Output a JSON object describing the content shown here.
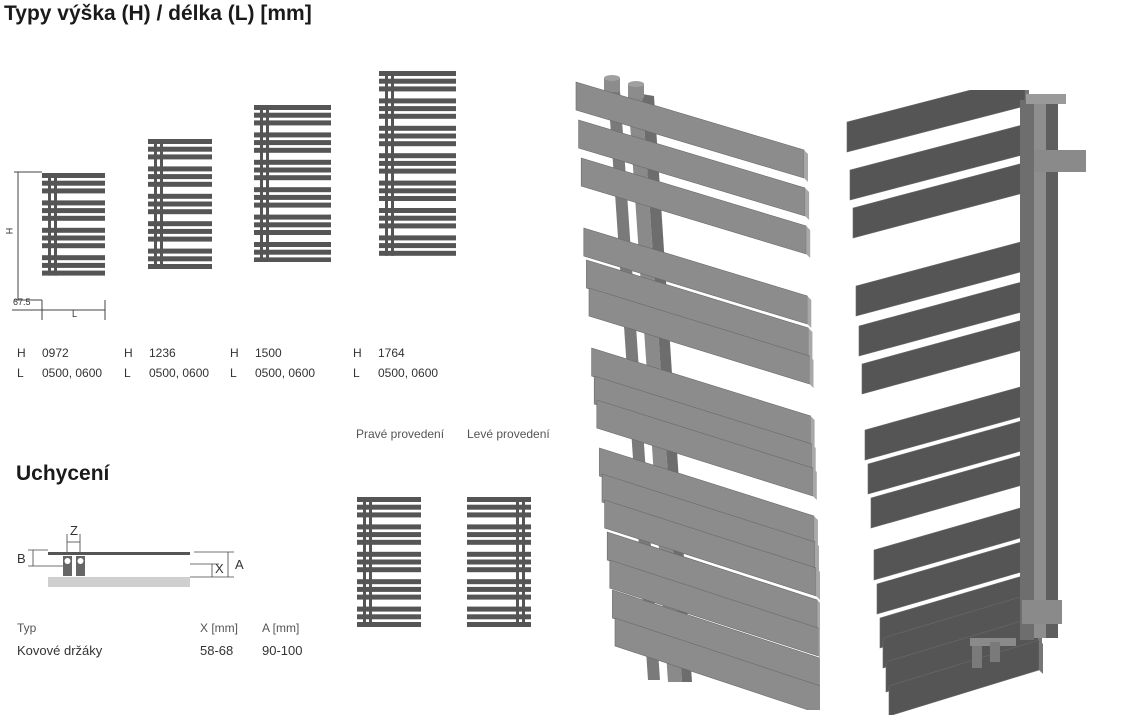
{
  "title": "Typy výška (H) / délka (L) [mm]",
  "dimension_drawing": {
    "h_label": "H",
    "l_label": "L",
    "offset_label": "67.5"
  },
  "types": [
    {
      "h_key": "H",
      "h_value": "0972",
      "l_key": "L",
      "l_value": "0500, 0600"
    },
    {
      "h_key": "H",
      "h_value": "1236",
      "l_key": "L",
      "l_value": "0500, 0600"
    },
    {
      "h_key": "H",
      "h_value": "1500",
      "l_key": "L",
      "l_value": "0500, 0600"
    },
    {
      "h_key": "H",
      "h_value": "1764",
      "l_key": "L",
      "l_value": "0500, 0600"
    }
  ],
  "variants": {
    "right": "Pravé provedení",
    "left": "Levé provedení"
  },
  "mounting": {
    "heading": "Uchycení",
    "diagram": {
      "z": "Z",
      "b": "B",
      "x": "X",
      "a": "A"
    },
    "table": {
      "headers": [
        "Typ",
        "X [mm]",
        "A [mm]"
      ],
      "rows": [
        [
          "Kovové držáky",
          "58-68",
          "90-100"
        ]
      ]
    }
  },
  "colors": {
    "bar": "#555555",
    "render_light": "#8c8c8c",
    "render_dark": "#555555",
    "floor": "#cfcfcf"
  }
}
